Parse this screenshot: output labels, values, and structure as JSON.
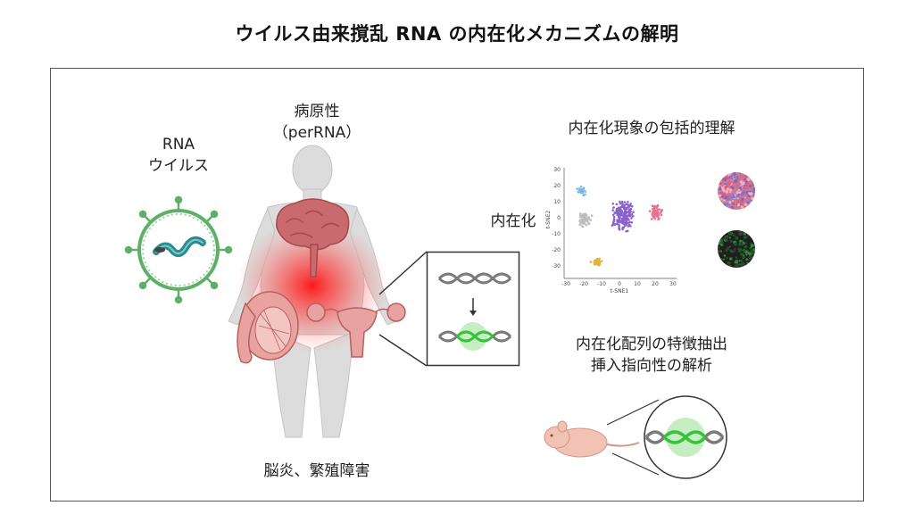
{
  "title": "ウイルス由来撹乱 RNA の内在化メカニズムの解明",
  "labels": {
    "virus": [
      "RNA",
      "ウイルス"
    ],
    "pathogenicity": [
      "病原性",
      "（perRNA）"
    ],
    "diseases": "脳炎、繁殖障害",
    "endogenization": "内在化",
    "comprehensive": "内在化現象の包括的理解",
    "analysis": [
      "内在化配列の特徴抽出",
      "挿入指向性の解析"
    ]
  },
  "tsne": {
    "xlabel": "t-SNE1",
    "ylabel": "t-SNE2",
    "xticks": [
      "-30",
      "-20",
      "-10",
      "0",
      "10",
      "20",
      "30"
    ],
    "yticks": [
      "30",
      "20",
      "10",
      "0",
      "-10",
      "-20",
      "-30"
    ]
  },
  "colors": {
    "virus": "#5fae6a",
    "rna": "#2c8c8c",
    "brain": "#c96a6e",
    "glow": "#ff2020",
    "dna_gray": "#7a7a7a",
    "dna_green": "#36c23a",
    "cluster_blue": "#7ab8e8",
    "cluster_gray": "#bdbdbd",
    "cluster_purple": "#8a63c8",
    "cluster_pink": "#e8718e",
    "cluster_yellow": "#e0b43a"
  }
}
